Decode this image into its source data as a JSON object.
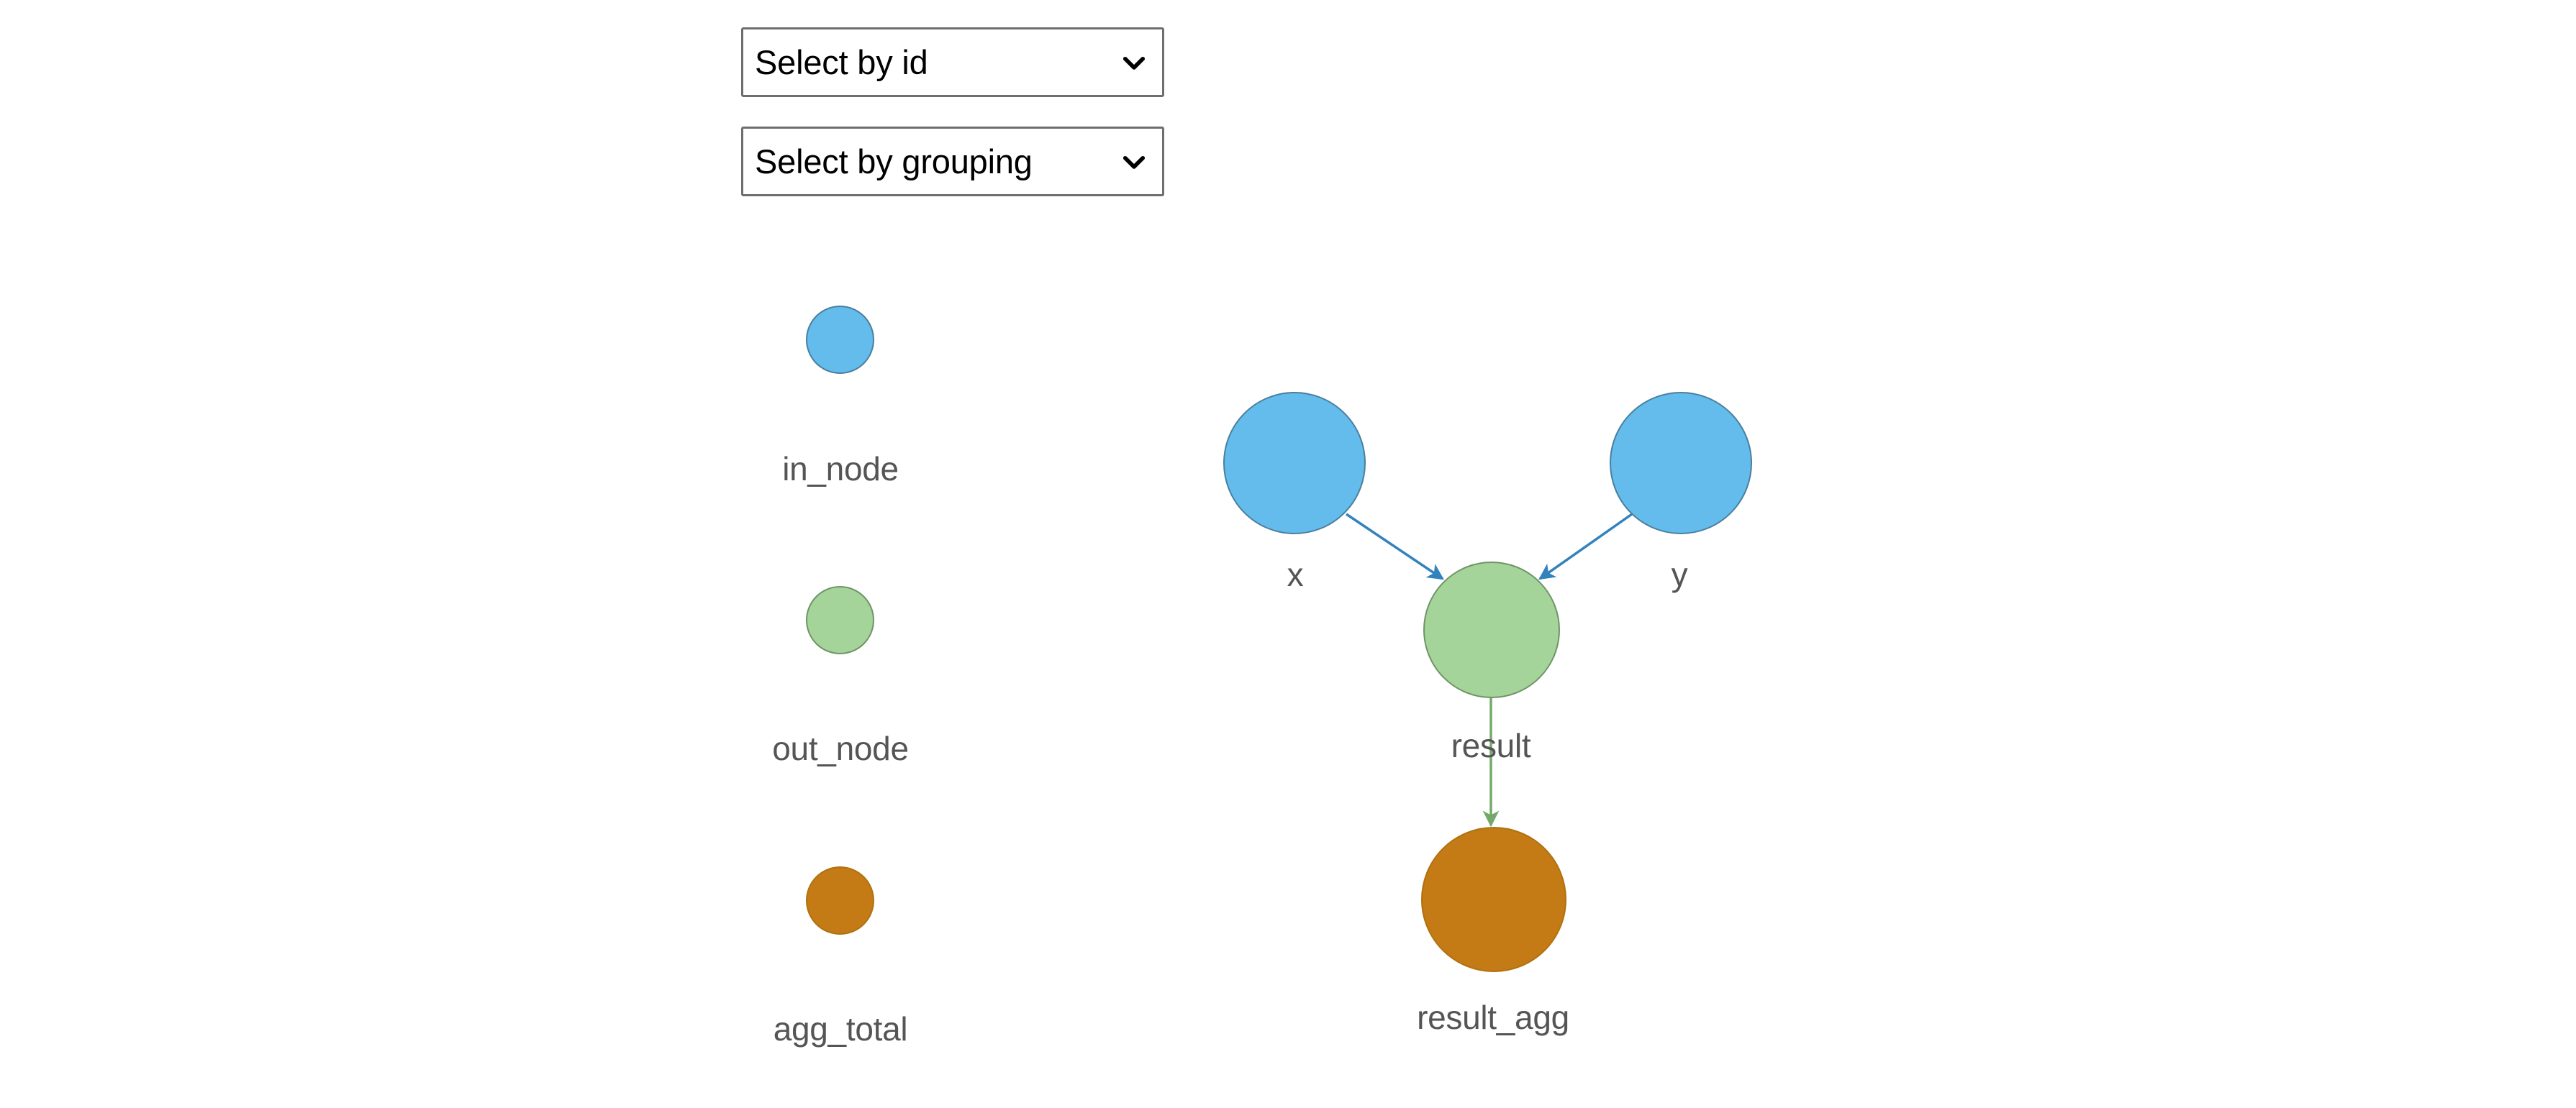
{
  "controls": [
    {
      "name": "select-by-id",
      "value": "Select by id",
      "icon": "chevron-down-icon"
    },
    {
      "name": "select-by-grouping",
      "value": "Select by grouping",
      "icon": "chevron-down-icon"
    }
  ],
  "legend": {
    "items": [
      {
        "label": "in_node",
        "fill": "#63bcec",
        "stroke": "#4a7f9e"
      },
      {
        "label": "out_node",
        "fill": "#a5d49a",
        "stroke": "#6f9466"
      },
      {
        "label": "agg_total",
        "fill": "#c47b15",
        "stroke": "#b0710f"
      }
    ]
  },
  "graph": {
    "nodes": [
      {
        "id": "x_node",
        "label": "",
        "group": "in_node",
        "fill": "#63bcec",
        "stroke": "#4a7f9e"
      },
      {
        "id": "y_node",
        "label": "",
        "group": "in_node",
        "fill": "#63bcec",
        "stroke": "#4a7f9e"
      },
      {
        "id": "result_node",
        "label": "",
        "group": "out_node",
        "fill": "#a5d49a",
        "stroke": "#6f9466"
      },
      {
        "id": "agg_node",
        "label": "result_agg",
        "group": "agg_total",
        "fill": "#c47b15",
        "stroke": "#b0710f"
      }
    ],
    "edges": [
      {
        "from": "x_node",
        "to": "result_node",
        "label": "x",
        "color": "#3182bd"
      },
      {
        "from": "y_node",
        "to": "result_node",
        "label": "y",
        "color": "#3182bd"
      },
      {
        "from": "result_node",
        "to": "agg_node",
        "label": "result",
        "color": "#74a96a"
      }
    ]
  },
  "colors": {
    "blue": "#63bcec",
    "green": "#a5d49a",
    "orange": "#c47b15",
    "edge_blue": "#3182bd",
    "edge_green": "#74a96a",
    "text_grey": "#555555",
    "background": "#ffffff"
  }
}
